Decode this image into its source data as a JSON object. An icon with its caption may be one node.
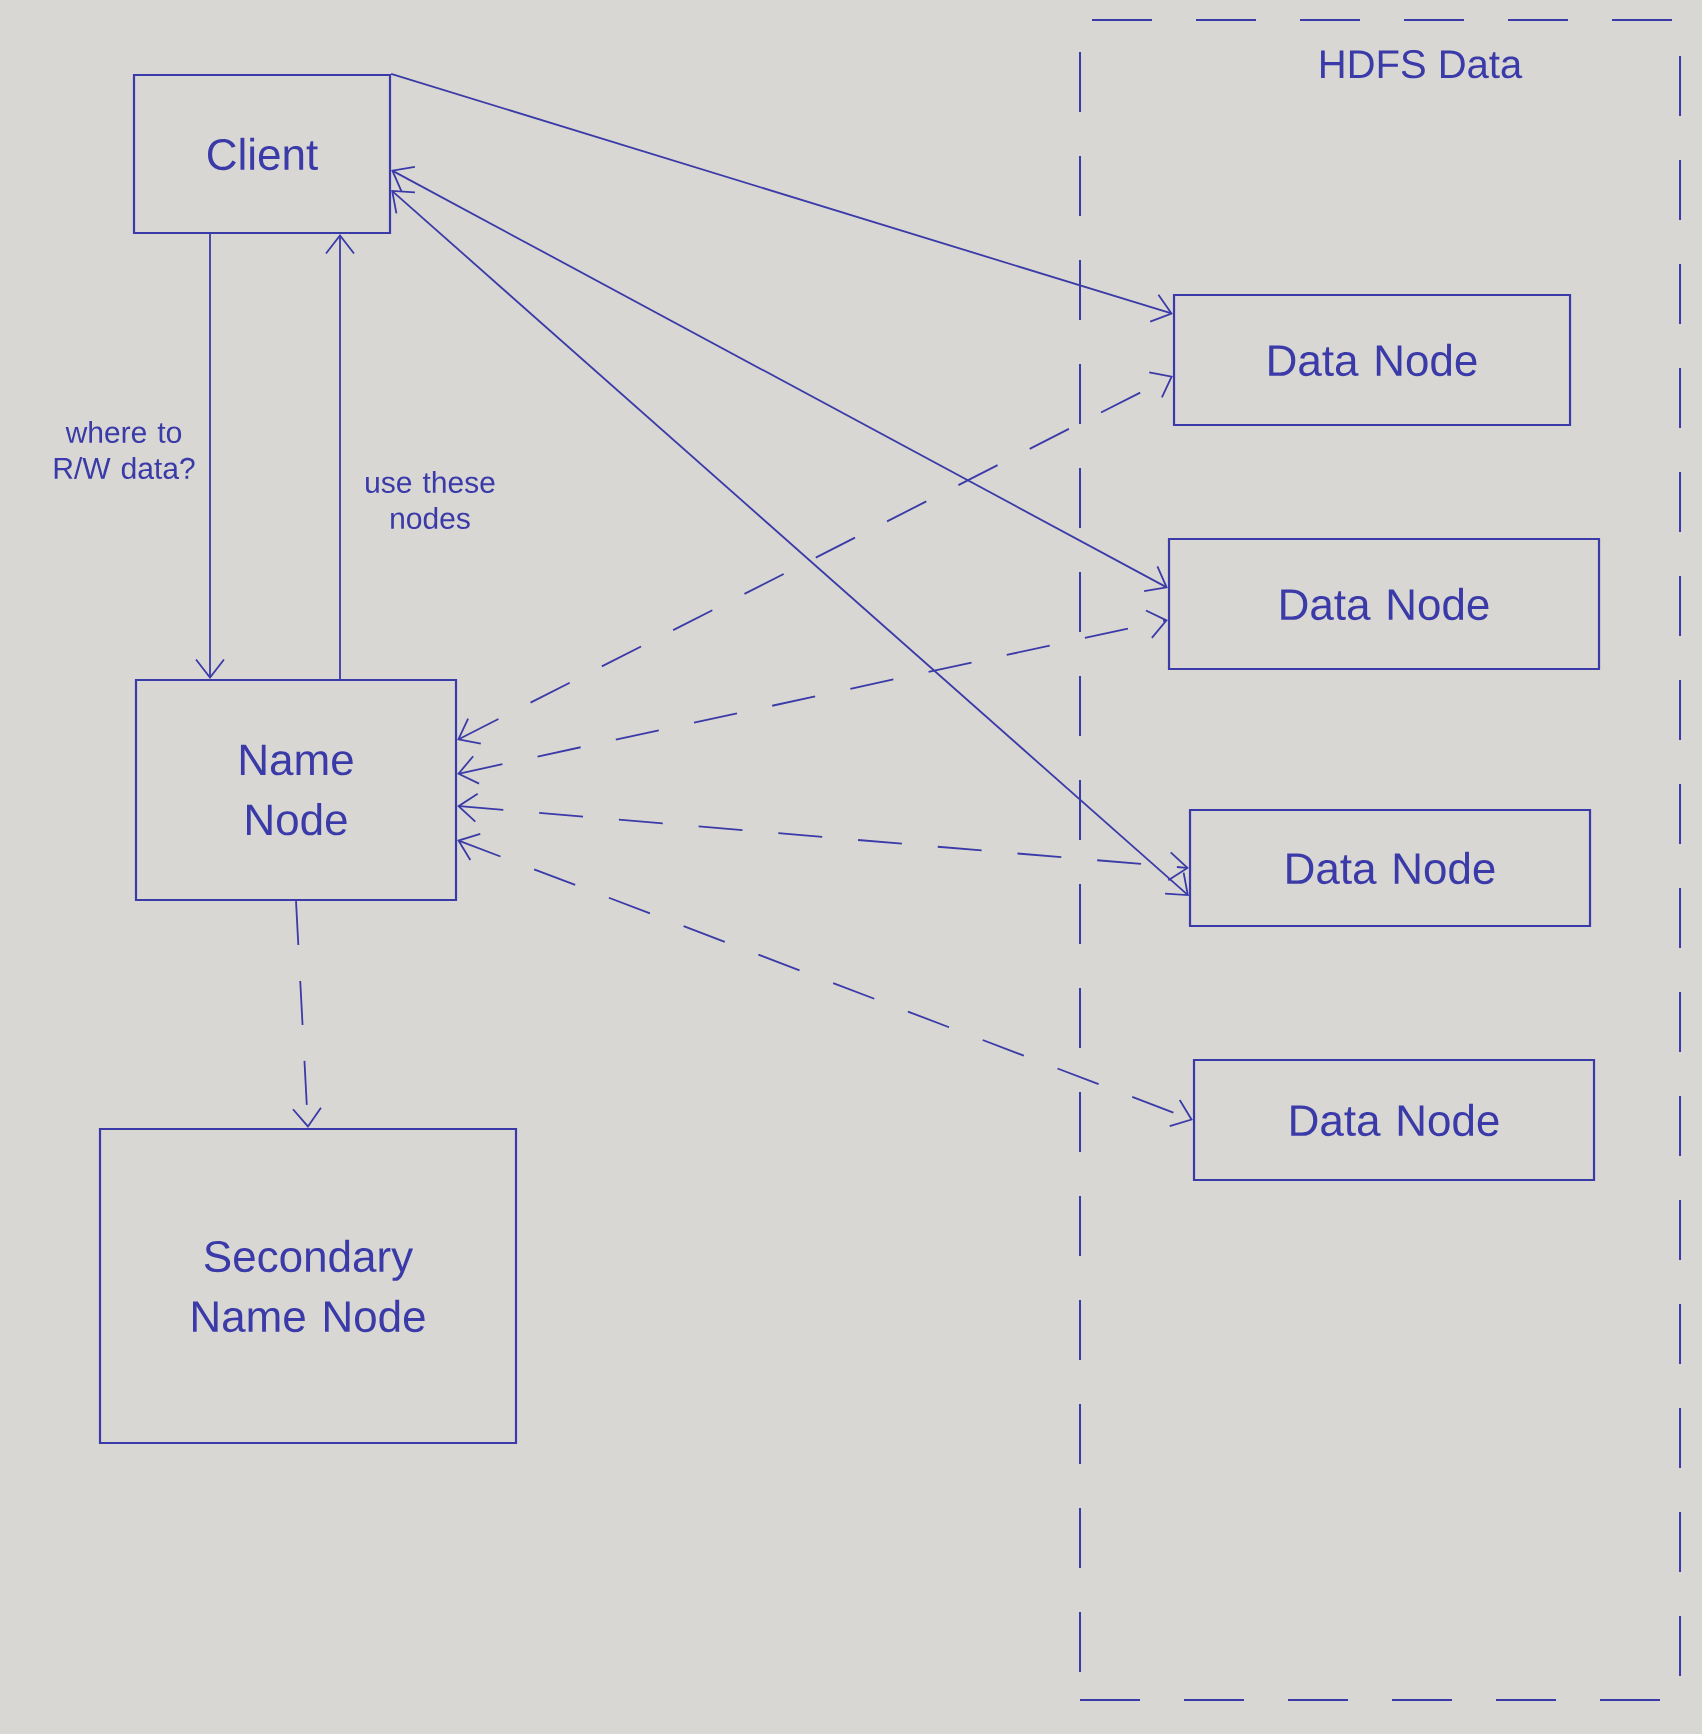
{
  "diagram": {
    "nodes": [
      {
        "text": [
          "Client"
        ]
      },
      {
        "text": [
          "HDFS Data"
        ]
      },
      {
        "text": [
          "Data Node"
        ],
        "in": 1
      },
      {
        "text": [
          "Data Node"
        ],
        "in": 1
      },
      {
        "text": [
          "Data Node"
        ],
        "in": 1
      },
      {
        "text": [
          "Data Node"
        ],
        "in": 1
      },
      {
        "text": [
          "Name Node"
        ]
      },
      {
        "text": [
          "Secondary Name Node"
        ]
      }
    ],
    "edges": [
      {
        "from": 0,
        "to": 6,
        "arrow": "to",
        "label": "where to R/W data?"
      },
      {
        "from": 6,
        "to": 0,
        "arrow": "to",
        "label": "use these nodes"
      },
      {
        "from": 0,
        "to": 2,
        "arrow": "to"
      },
      {
        "from": 0,
        "to": 3,
        "arrow": "both"
      },
      {
        "from": 0,
        "to": 4,
        "arrow": "both"
      },
      {
        "from": 6,
        "to": 2,
        "arrow": "both",
        "style": "dashed"
      },
      {
        "from": 6,
        "to": 3,
        "arrow": "both",
        "style": "dashed"
      },
      {
        "from": 6,
        "to": 4,
        "arrow": "both",
        "style": "dashed"
      },
      {
        "from": 6,
        "to": 5,
        "arrow": "both",
        "style": "dashed"
      },
      {
        "from": 6,
        "to": 7,
        "arrow": "to",
        "style": "dashed"
      }
    ]
  }
}
